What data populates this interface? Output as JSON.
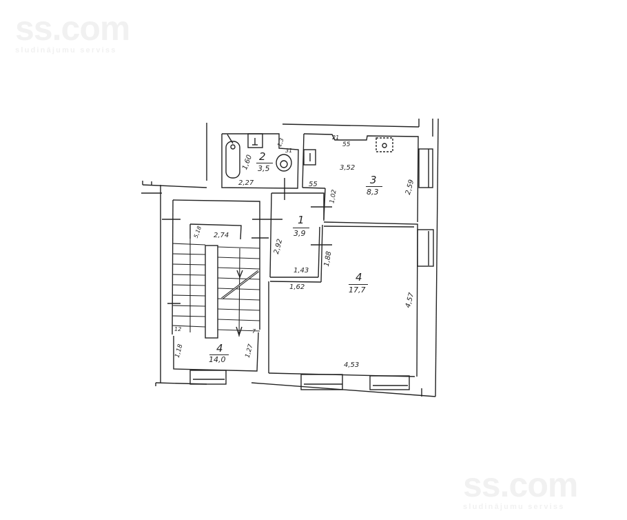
{
  "watermark": {
    "brand": "ss.com",
    "tagline": "sludinājumu serviss"
  },
  "rooms": [
    {
      "id": "1",
      "number": "1",
      "area": "3,9"
    },
    {
      "id": "2",
      "number": "2",
      "area": "3,5"
    },
    {
      "id": "3",
      "number": "3",
      "area": "8,3"
    },
    {
      "id": "4a",
      "number": "4",
      "area": "17,7"
    },
    {
      "id": "4b",
      "number": "4",
      "area": "14,0"
    }
  ],
  "dimensions": {
    "bath_height": "1,60",
    "bath_width": "2,27",
    "bath_small_a": "1,3",
    "bath_small_b": "31",
    "kitchen_top": "55",
    "kitchen_width": "3,52",
    "kitchen_left_55": "55",
    "kitchen_height": "2,59",
    "kitchen_corner": "21",
    "hall_right_top": "1,02",
    "hall_left": "2,92",
    "hall_right": "1,88",
    "hall_bottom_inner": "1,43",
    "hall_bottom_outer": "1,62",
    "living_height": "4,57",
    "living_width": "4,53",
    "stair_width": "2,74",
    "stair_small": "5,18",
    "stair_left": "1,18",
    "stair_right": "1,27",
    "stair_12": "12",
    "stair_7": "7"
  }
}
